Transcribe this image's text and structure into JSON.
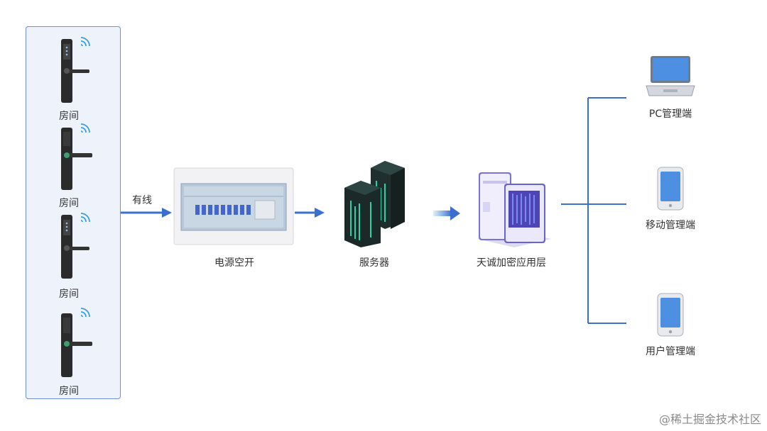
{
  "rooms": [
    {
      "label": "房间"
    },
    {
      "label": "房间"
    },
    {
      "label": "房间"
    },
    {
      "label": "房间"
    }
  ],
  "connection_label": "有线",
  "nodes": {
    "power_switch": "电源空开",
    "server": "服务器",
    "app_layer": "天诚加密应用层"
  },
  "clients": [
    {
      "label": "PC管理端",
      "icon": "laptop-icon"
    },
    {
      "label": "移动管理端",
      "icon": "phone-icon"
    },
    {
      "label": "用户管理端",
      "icon": "phone-icon"
    }
  ],
  "watermark": "@稀土掘金技术社区",
  "colors": {
    "line": "#3a6fd0",
    "panel_border": "#6f8fd6",
    "panel_bg": "#eef3fb"
  }
}
